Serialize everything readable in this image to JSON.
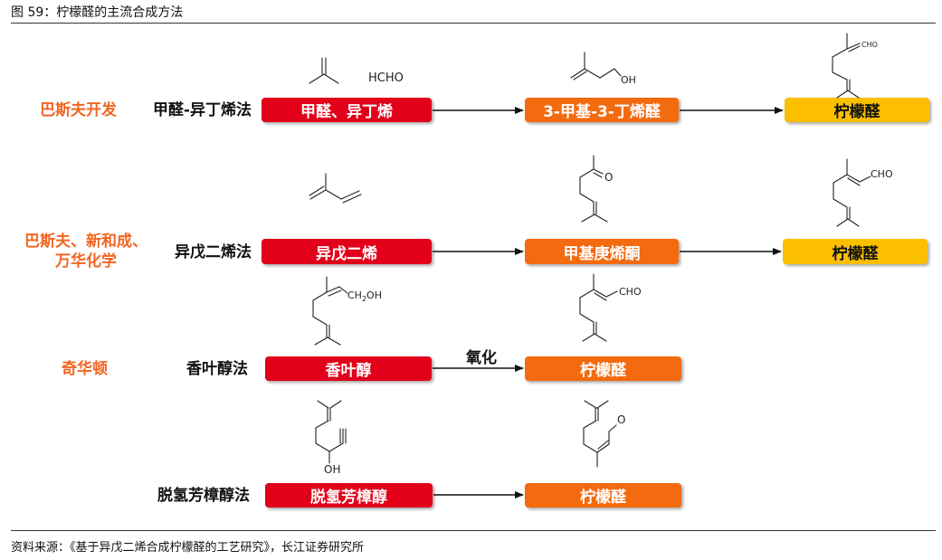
{
  "figure": {
    "title": "图 59：柠檬醛的主流合成方法",
    "source": "资料来源：《基于异戊二烯合成柠檬醛的工艺研究》，长江证券研究所"
  },
  "rows": [
    {
      "company": "巴斯夫开发",
      "method": "甲醛-异丁烯法",
      "steps": [
        "甲醛、异丁烯",
        "3-甲基-3-丁烯醛",
        "柠檬醛"
      ],
      "labels": [
        "HCHO",
        "OH",
        "CHO"
      ]
    },
    {
      "company_lines": [
        "巴斯夫、新和成、",
        "万华化学"
      ],
      "method": "异戊二烯法",
      "steps": [
        "异戊二烯",
        "甲基庚烯酮",
        "柠檬醛"
      ],
      "labels": [
        "O",
        "CHO"
      ]
    },
    {
      "company": "奇华顿",
      "method": "香叶醇法",
      "steps": [
        "香叶醇",
        "柠檬醛"
      ],
      "arrow_label": "氧化",
      "labels": [
        "CH",
        "2",
        "OH",
        "CHO"
      ]
    },
    {
      "method": "脱氢芳樟醇法",
      "steps": [
        "脱氢芳樟醇",
        "柠檬醛"
      ],
      "labels": [
        "OH",
        "O"
      ]
    }
  ],
  "colors": {
    "red_box": "#e2001a",
    "orange_box": "#f46a0f",
    "yellow_box": "#fbbf00",
    "company_text": "#f26522"
  }
}
